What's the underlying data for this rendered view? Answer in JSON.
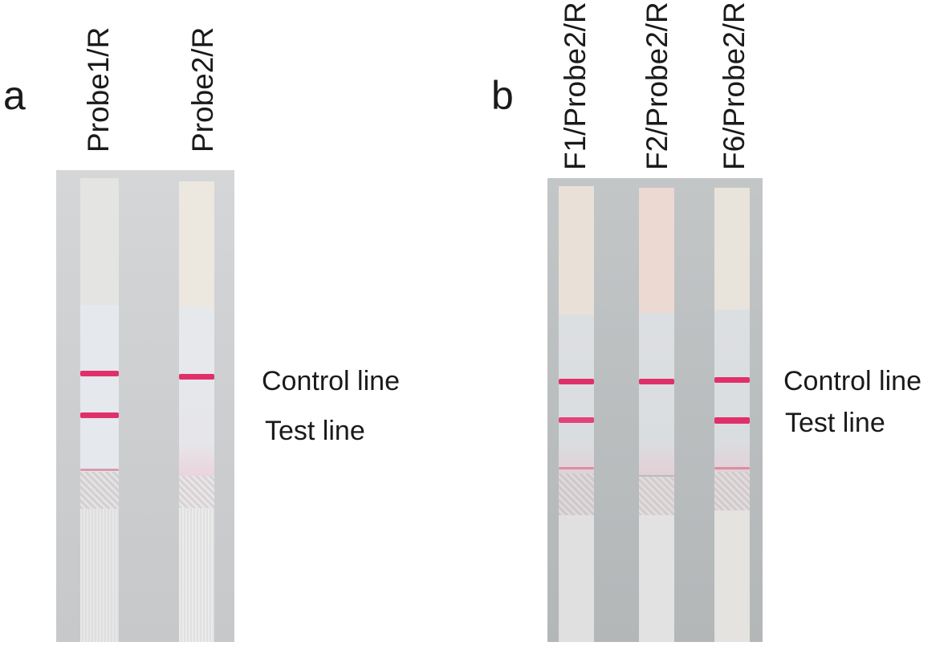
{
  "panels": [
    {
      "id": "a",
      "letter": "a",
      "strip_labels": [
        "Probe1/R",
        "Probe2/R"
      ],
      "line_labels": {
        "control": "Control line",
        "test": "Test line"
      },
      "strips": [
        {
          "control_line": "visible",
          "test_line": "visible"
        },
        {
          "control_line": "visible",
          "test_line": "absent"
        }
      ]
    },
    {
      "id": "b",
      "letter": "b",
      "strip_labels": [
        "F1/Probe2/R",
        "F2/Probe2/R",
        "F6/Probe2/R"
      ],
      "line_labels": {
        "control": "Control line",
        "test": "Test line"
      },
      "strips": [
        {
          "control_line": "visible",
          "test_line": "visible"
        },
        {
          "control_line": "visible",
          "test_line": "absent"
        },
        {
          "control_line": "visible",
          "test_line": "visible"
        }
      ]
    }
  ],
  "colors": {
    "band": "#e0306a",
    "faint_band": "#e49aaa",
    "background_a": "#cdcfd1",
    "background_b": "#b8bcbd"
  }
}
